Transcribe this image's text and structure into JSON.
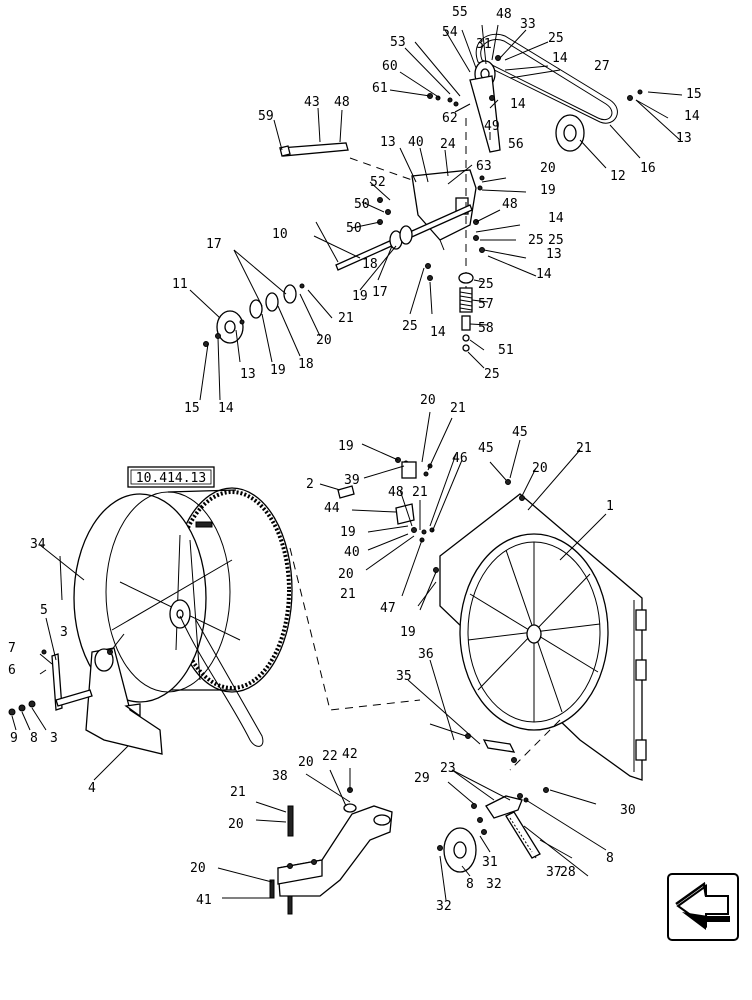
{
  "reference_box": "10.414.13",
  "labels": [
    "1",
    "2",
    "3",
    "3",
    "4",
    "5",
    "6",
    "7",
    "8",
    "8",
    "8",
    "9",
    "10",
    "11",
    "12",
    "13",
    "13",
    "13",
    "13",
    "14",
    "14",
    "14",
    "14",
    "14",
    "14",
    "14",
    "15",
    "15",
    "16",
    "17",
    "17",
    "18",
    "18",
    "19",
    "19",
    "19",
    "19",
    "19",
    "19",
    "20",
    "20",
    "20",
    "20",
    "20",
    "20",
    "20",
    "20",
    "21",
    "21",
    "21",
    "21",
    "21",
    "21",
    "22",
    "23",
    "24",
    "25",
    "25",
    "25",
    "25",
    "25",
    "25",
    "27",
    "28",
    "29",
    "30",
    "31",
    "31",
    "32",
    "32",
    "33",
    "34",
    "35",
    "36",
    "37",
    "38",
    "39",
    "40",
    "40",
    "41",
    "42",
    "43",
    "44",
    "45",
    "45",
    "46",
    "47",
    "48",
    "48",
    "48",
    "48",
    "49",
    "50",
    "50",
    "51",
    "52",
    "53",
    "54",
    "55",
    "56",
    "57",
    "58",
    "59",
    "60",
    "61",
    "62",
    "63"
  ],
  "nav_icon": "arrow-nav-icon"
}
